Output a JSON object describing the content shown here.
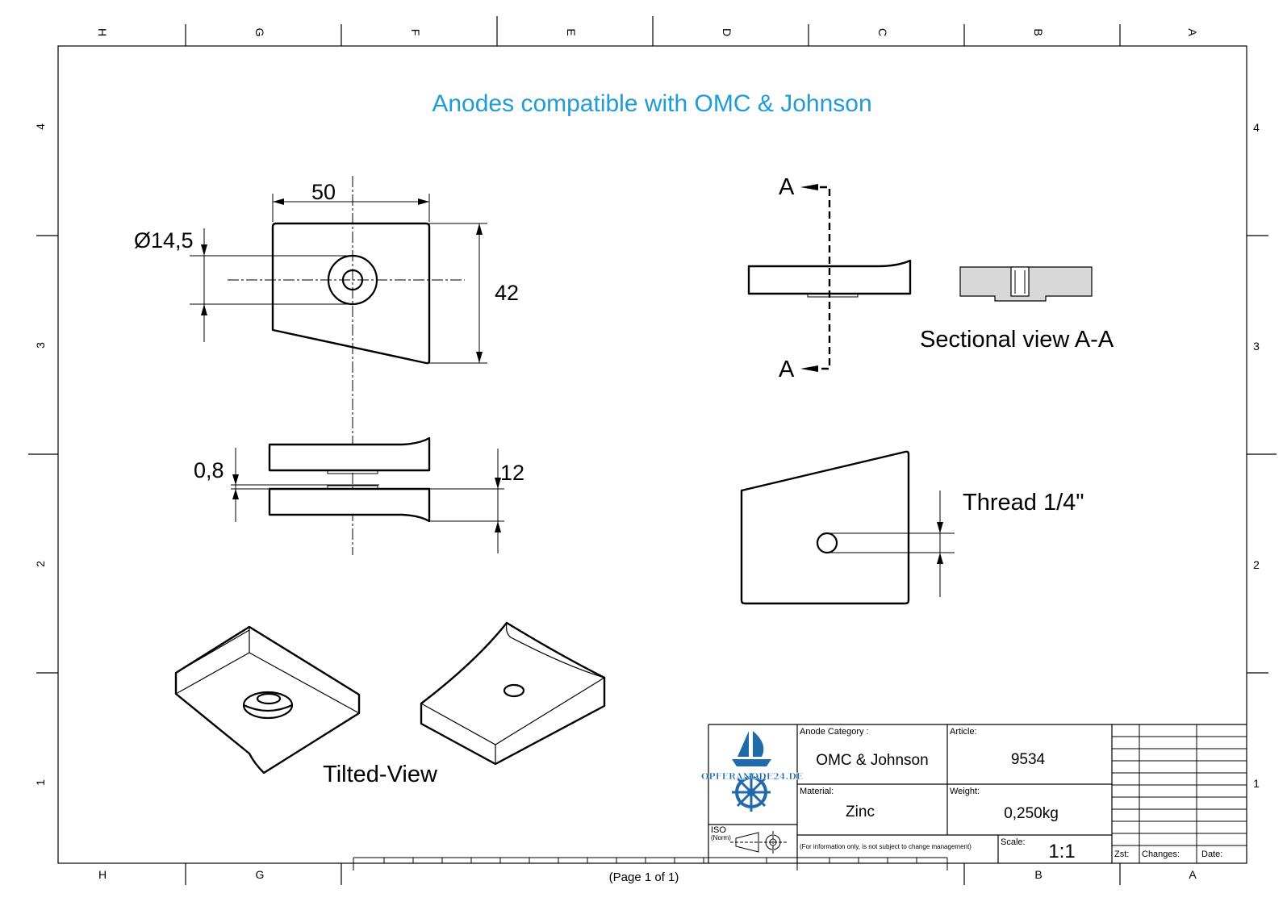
{
  "title": "Anodes compatible with OMC & Johnson",
  "colors": {
    "title": "#1f9bd7",
    "logo": "#1f6aa8",
    "section_fill": "#d8d8d8"
  },
  "zones": {
    "columns": [
      "H",
      "G",
      "F",
      "E",
      "D",
      "C",
      "B",
      "A"
    ],
    "rows": [
      "4",
      "3",
      "2",
      "1"
    ]
  },
  "dimensions": {
    "width": "50",
    "hole_diameter": "Ø14,5",
    "height": "42",
    "gap": "0,8",
    "thickness": "12"
  },
  "labels": {
    "section_mark": "A",
    "sectional_view": "Sectional view A-A",
    "thread": "Thread 1/4\"",
    "tilted_view": "Tilted-View"
  },
  "title_block": {
    "category_label": "Anode Category :",
    "category_value": "OMC & Johnson",
    "article_label": "Article:",
    "article_value": "9534",
    "material_label": "Material:",
    "material_value": "Zinc",
    "weight_label": "Weight:",
    "weight_value": "0,250kg",
    "iso_label": "ISO",
    "norm_label": "(Norm)",
    "note": "(For information only, is not subject to change management)",
    "scale_label": "Scale:",
    "scale_value": "1:1",
    "logo_text": "OPFERANODE24.DE",
    "rev_zst": "Zst:",
    "rev_changes": "Changes:",
    "rev_date": "Date:"
  },
  "footer": {
    "page": "(Page 1 of 1)"
  }
}
